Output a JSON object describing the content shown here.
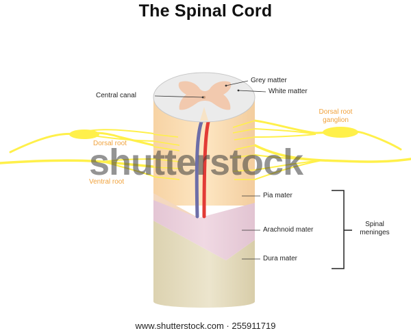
{
  "title": "The Spinal Cord",
  "labels": {
    "grey_matter": "Grey matter",
    "white_matter": "White matter",
    "central_canal": "Central canal",
    "dorsal_root_ganglion_line1": "Dorsal root",
    "dorsal_root_ganglion_line2": "ganglion",
    "dorsal_root": "Dorsal root",
    "ventral_root": "Ventral root",
    "pia_mater": "Pia mater",
    "arachnoid_mater": "Arachnoid mater",
    "dura_mater": "Dura mater",
    "spinal_meninges_line1": "Spinal",
    "spinal_meninges_line2": "meninges"
  },
  "watermark": "shutterstock",
  "credit": "www.shutterstock.com · 255911719",
  "colors": {
    "nerve": "#fff04a",
    "white_matter": "#ebebeb",
    "grey_matter": "#f2c9ae",
    "cord_body": "#fde2b8",
    "pia": "#f8dcc8",
    "arachnoid": "#ead0dc",
    "dura": "#e4dcc0",
    "vein": "#6d6ea8",
    "artery": "#e23b36",
    "orange_label": "#f0a23c"
  }
}
